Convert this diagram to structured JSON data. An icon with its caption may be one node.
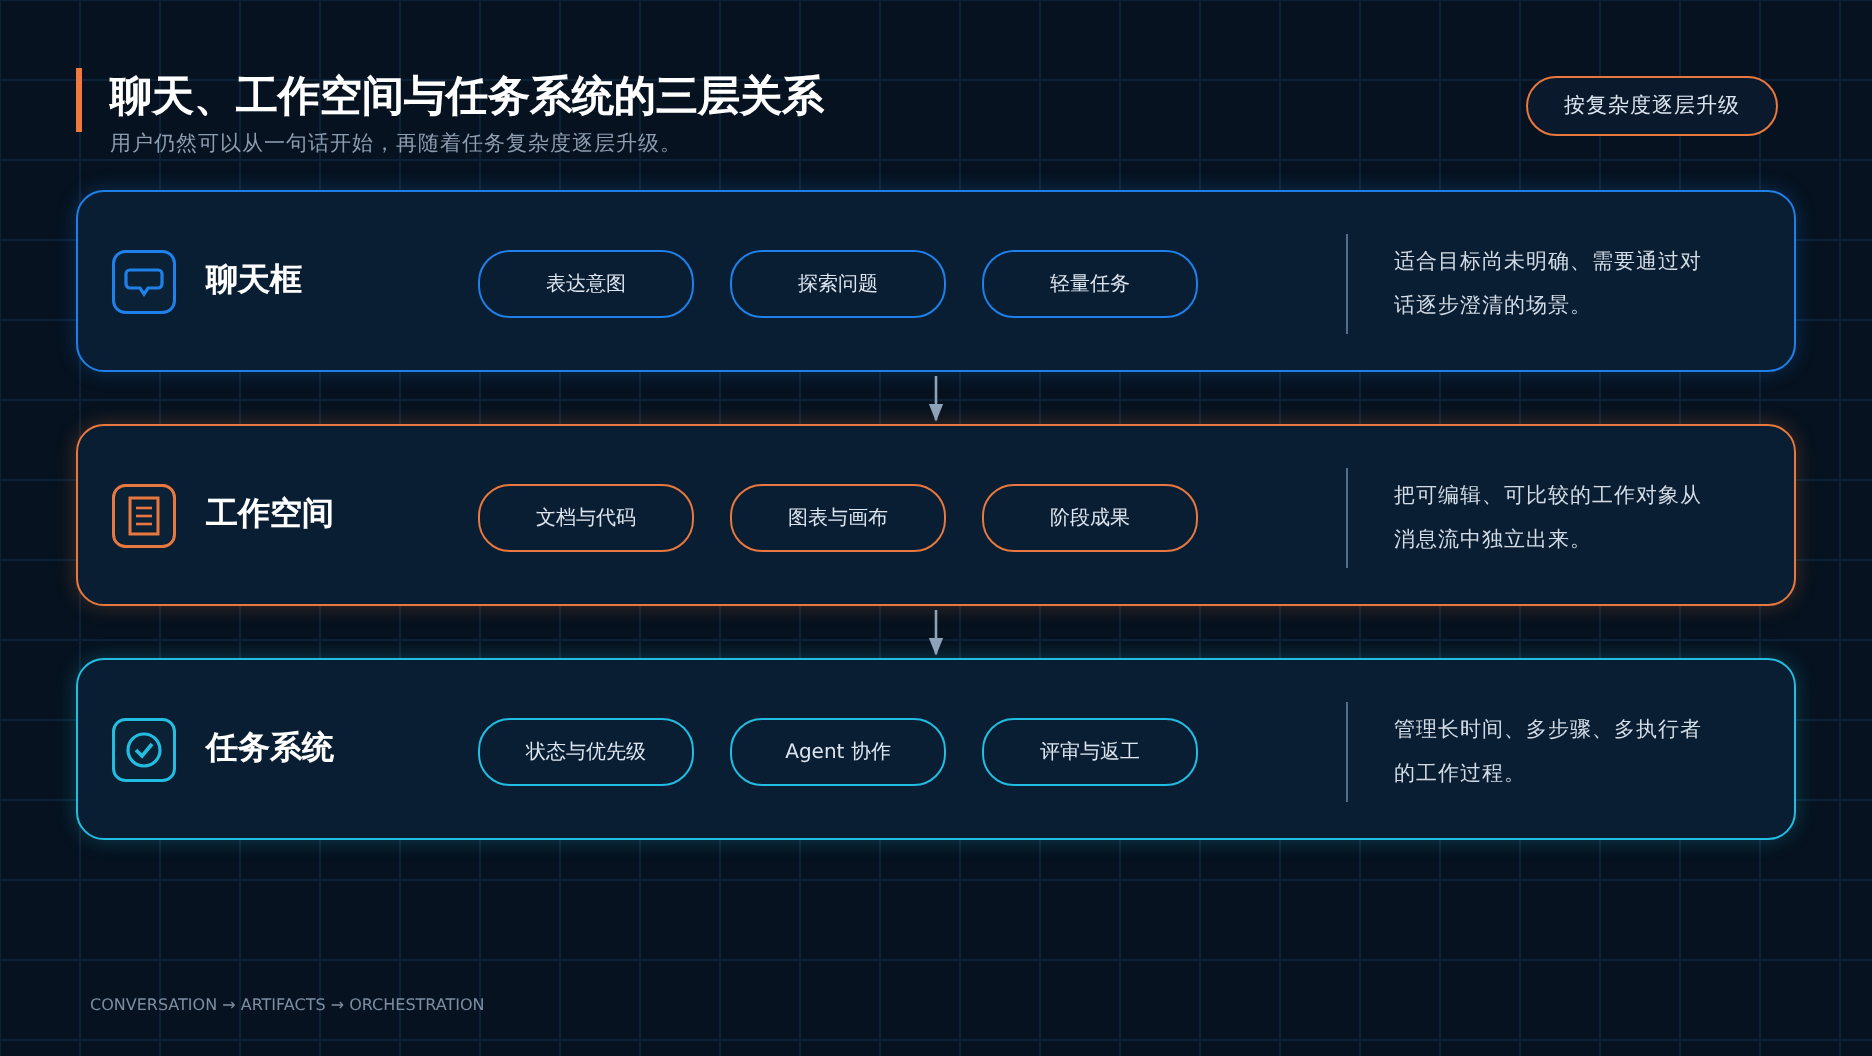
{
  "diagram": {
    "title": "聊天、工作空间与任务系统的三层关系",
    "nodes": [
      {
        "text": [
          "按复杂度逐层升级"
        ]
      },
      {
        "text": [
          "聊天框",
          "适合目标尚未明确、需要通过对话逐步澄清的场景。"
        ]
      },
      {
        "text": [
          "表达意图"
        ],
        "in": 1
      },
      {
        "text": [
          "探索问题"
        ],
        "in": 1
      },
      {
        "text": [
          "轻量任务"
        ],
        "in": 1
      },
      {
        "text": [
          "工作空间",
          "把可编辑、可比较的工作对象从消息流中独立出来。"
        ]
      },
      {
        "text": [
          "文档与代码"
        ],
        "in": 5
      },
      {
        "text": [
          "图表与画布"
        ],
        "in": 5
      },
      {
        "text": [
          "阶段成果"
        ],
        "in": 5
      },
      {
        "text": [
          "任务系统",
          "管理长时间、多步骤、多执行者的工作过程。"
        ]
      },
      {
        "text": [
          "状态与优先级"
        ],
        "in": 9
      },
      {
        "text": [
          "Agent 协作"
        ],
        "in": 9
      },
      {
        "text": [
          "评审与返工"
        ],
        "in": 9
      }
    ],
    "edges": [
      {
        "from": 1,
        "to": 5,
        "arrow": "to"
      },
      {
        "from": 5,
        "to": 9,
        "arrow": "to"
      }
    ],
    "labels": [
      "用户仍然可以从一句话开始，再随着任务复杂度逐层升级。",
      "CONVERSATION → ARTIFACTS → ORCHESTRATION"
    ]
  }
}
